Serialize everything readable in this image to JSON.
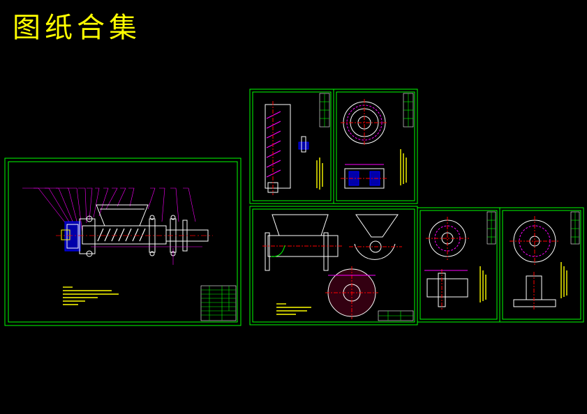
{
  "page": {
    "title": "图纸合集"
  },
  "colors": {
    "background": "#000000",
    "title": "#ffff00",
    "sheet_border": "#00ff00",
    "outline": "#ffffff",
    "dimension": "#ff00ff",
    "centerline": "#ff0000",
    "part": "#0000ff",
    "note": "#ffff00"
  },
  "sheets": [
    {
      "id": "assembly",
      "content": "screw-extruder-assembly"
    },
    {
      "id": "screw-shaft",
      "content": "screw-shaft-part"
    },
    {
      "id": "pulley",
      "content": "pulley-part"
    },
    {
      "id": "barrel-hopper",
      "content": "barrel-and-hopper-part"
    },
    {
      "id": "flange-a",
      "content": "flange-part"
    },
    {
      "id": "flange-b",
      "content": "flange-part"
    }
  ]
}
